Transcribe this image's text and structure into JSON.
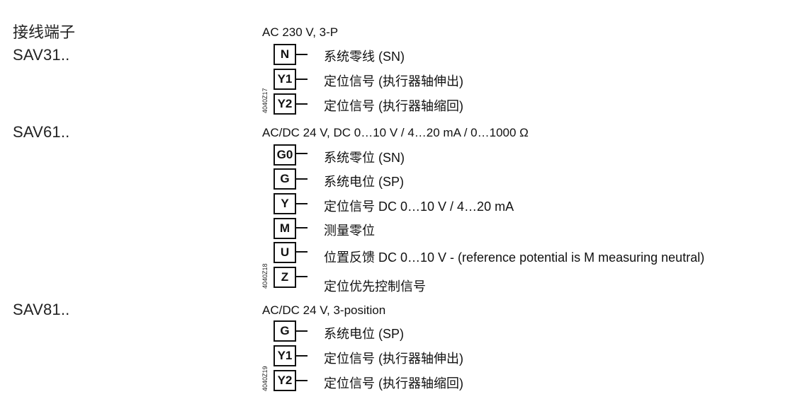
{
  "page": {
    "section_title": "接线端子"
  },
  "models": [
    {
      "name": "SAV31..",
      "supply": "AC 230 V, 3-P",
      "drawing_code": "4040Z17",
      "terminals": [
        {
          "label": "N",
          "description": "系统零线 (SN)"
        },
        {
          "label": "Y1",
          "description": "定位信号 (执行器轴伸出)"
        },
        {
          "label": "Y2",
          "description": "定位信号 (执行器轴缩回)"
        }
      ]
    },
    {
      "name": "SAV61..",
      "supply": "AC/DC 24 V, DC 0…10 V / 4…20 mA / 0…1000 Ω",
      "drawing_code": "4040Z18",
      "terminals": [
        {
          "label": "G0",
          "description": "系统零位 (SN)"
        },
        {
          "label": "G",
          "description": "系统电位 (SP)"
        },
        {
          "label": "Y",
          "description": "定位信号 DC 0…10 V / 4…20 mA"
        },
        {
          "label": "M",
          "description": "测量零位"
        },
        {
          "label": "U",
          "description": "位置反馈 DC 0…10 V - (reference potential is M measuring neutral)"
        },
        {
          "label": "Z",
          "description": "定位优先控制信号"
        }
      ]
    },
    {
      "name": "SAV81..",
      "supply": "AC/DC 24 V, 3-position",
      "drawing_code": "4040Z19",
      "terminals": [
        {
          "label": "G",
          "description": "系统电位 (SP)"
        },
        {
          "label": "Y1",
          "description": "定位信号 (执行器轴伸出)"
        },
        {
          "label": "Y2",
          "description": "定位信号 (执行器轴缩回)"
        }
      ]
    }
  ]
}
